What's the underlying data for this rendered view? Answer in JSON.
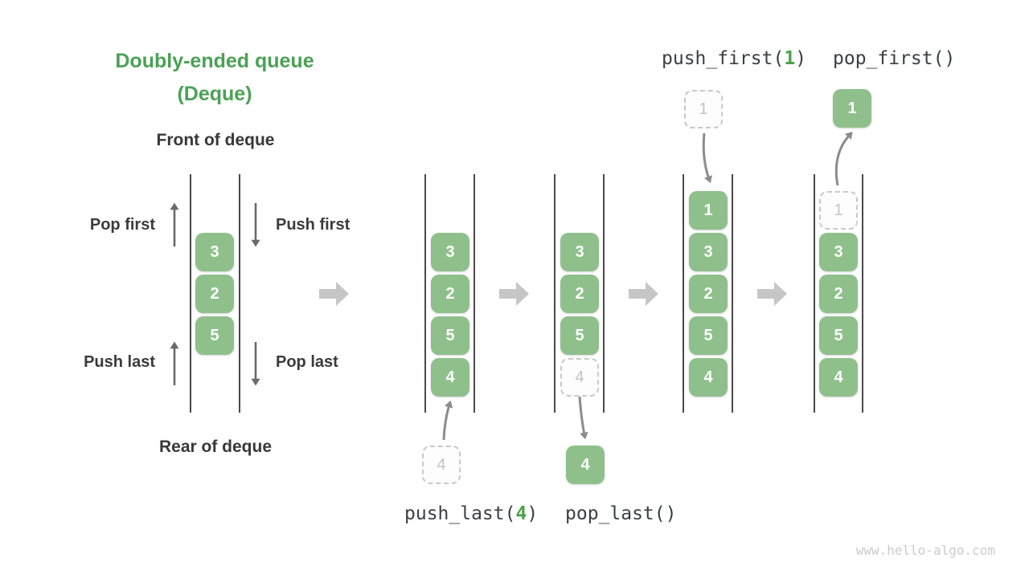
{
  "title": {
    "line1": "Doubly-ended queue",
    "line2": "(Deque)"
  },
  "labels": {
    "front": "Front of deque",
    "rear": "Rear of deque",
    "pop_first": "Pop first",
    "push_first": "Push first",
    "push_last": "Push last",
    "pop_last": "Pop last"
  },
  "code": {
    "push_first": {
      "pre": "push_first(",
      "arg": "1",
      "post": ")"
    },
    "pop_first": {
      "text": "pop_first()"
    },
    "push_last": {
      "pre": "push_last(",
      "arg": "4",
      "post": ")"
    },
    "pop_last": {
      "text": "pop_last()"
    }
  },
  "queues": [
    {
      "name": "deque-initial",
      "items": [
        {
          "value": "3"
        },
        {
          "value": "2"
        },
        {
          "value": "5"
        }
      ]
    },
    {
      "name": "after-push-last",
      "items": [
        {
          "value": "3"
        },
        {
          "value": "2"
        },
        {
          "value": "5"
        },
        {
          "value": "4"
        }
      ]
    },
    {
      "name": "after-pop-last",
      "items": [
        {
          "value": "3"
        },
        {
          "value": "2"
        },
        {
          "value": "5"
        },
        {
          "value": "4",
          "ghost": true
        }
      ]
    },
    {
      "name": "after-push-first",
      "items": [
        {
          "value": "1"
        },
        {
          "value": "3"
        },
        {
          "value": "2"
        },
        {
          "value": "5"
        },
        {
          "value": "4"
        }
      ]
    },
    {
      "name": "after-pop-first",
      "items": [
        {
          "value": "1",
          "ghost": true
        },
        {
          "value": "3"
        },
        {
          "value": "2"
        },
        {
          "value": "5"
        },
        {
          "value": "4"
        }
      ]
    }
  ],
  "floats": {
    "push_last_incoming": "4",
    "pop_last_removed": "4",
    "push_first_incoming": "1",
    "pop_first_removed": "1"
  },
  "watermark": "www.hello-algo.com",
  "colors": {
    "accent_green": "#4BA155",
    "block_green": "#8FC08C",
    "text_dark": "#3A3F42",
    "ghost_gray": "#C9C9C9",
    "arrow_gray": "#8C8C8C",
    "chevron_gray": "#C6C6C6"
  }
}
